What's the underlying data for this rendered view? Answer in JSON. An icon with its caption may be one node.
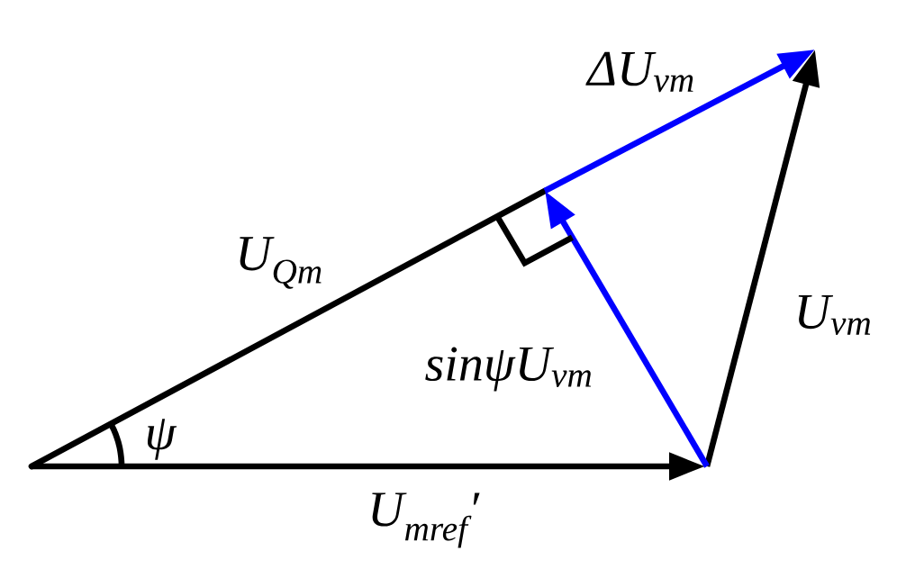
{
  "diagram": {
    "labels": [
      "ΔU$_{vm}$",
      "U$_{Qm}$",
      "U$_{vm}$",
      "sinψU$_{vm}$",
      "ψ",
      "U$_{mref}$′"
    ]
  }
}
